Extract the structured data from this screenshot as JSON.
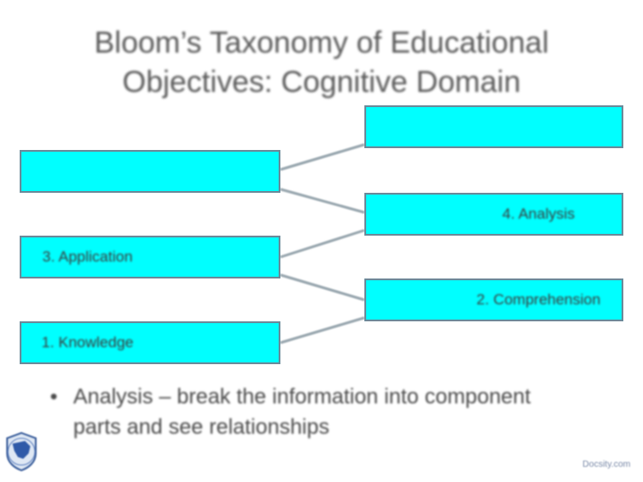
{
  "slide": {
    "title_line1": "Bloom’s Taxonomy of Educational",
    "title_line2": "Objectives: Cognitive Domain",
    "bullet_symbol": "•",
    "bullet_text": "Analysis – break the information into component parts and see relationships",
    "watermark": "Docsity.com"
  },
  "diagram": {
    "box_color": "#00ffff",
    "left_boxes": {
      "top_label": "",
      "middle_label": "3. Application",
      "bottom_label": "1. Knowledge"
    },
    "right_boxes": {
      "top_label": "",
      "middle_label": "4. Analysis",
      "bottom_label": "2. Comprehension"
    }
  },
  "icons": {
    "logo": "state-seal-icon"
  }
}
